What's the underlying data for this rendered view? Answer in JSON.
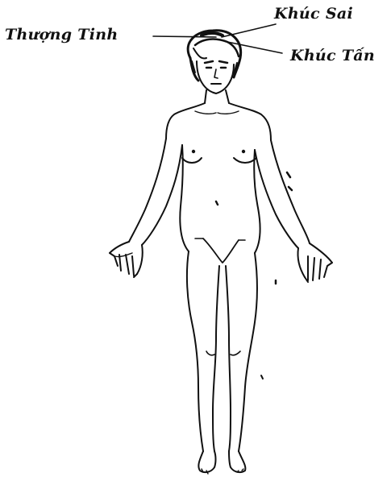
{
  "labels": {
    "thuong_tinh": "Thượng Tinh",
    "khuc_sai": "Khúc Sai",
    "khuc_tan": "Khúc Tấn"
  },
  "colors": {
    "ink": "#111111",
    "background": "#ffffff"
  }
}
